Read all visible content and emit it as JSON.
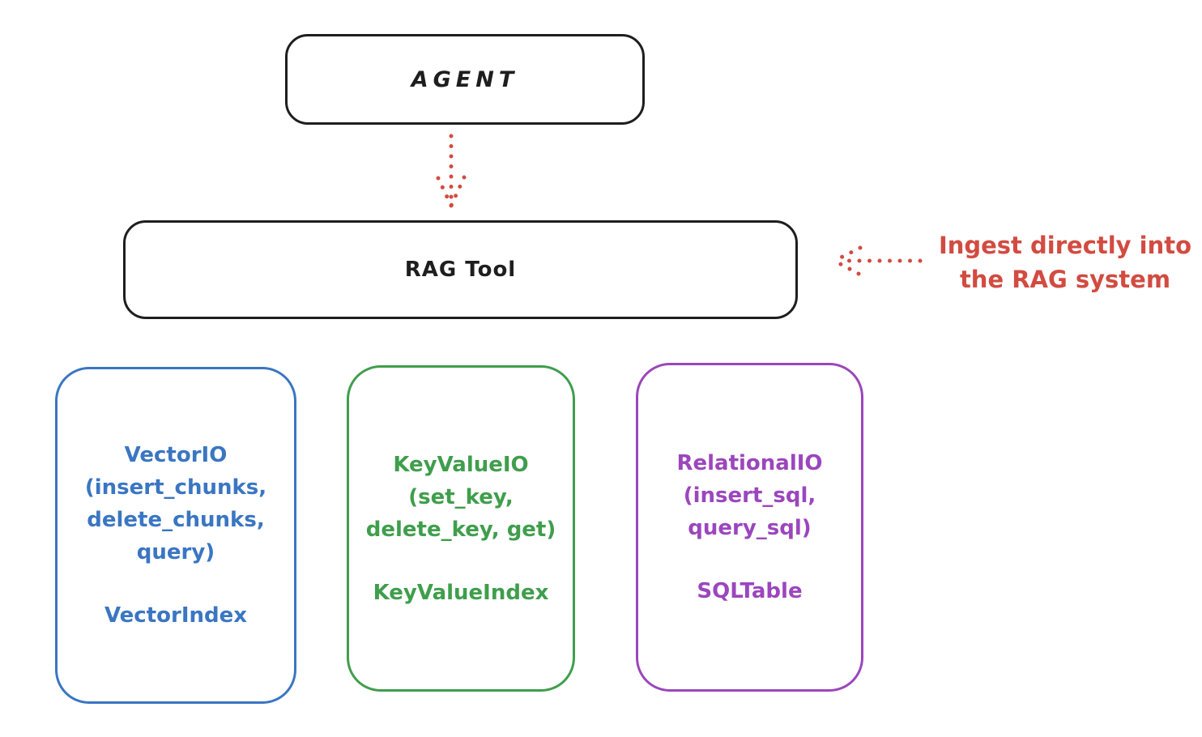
{
  "diagram": {
    "agent": {
      "label": "AGENT"
    },
    "rag_tool": {
      "label": "RAG Tool"
    },
    "annotation": {
      "line1": "Ingest directly into",
      "line2": "the RAG system"
    },
    "backends": {
      "vector": {
        "lines": [
          "VectorIO",
          "(insert_chunks,",
          "delete_chunks,",
          "query)"
        ],
        "index_label": "VectorIndex",
        "color": "#3a76c2"
      },
      "keyvalue": {
        "lines": [
          "KeyValueIO",
          "(set_key,",
          "delete_key, get)"
        ],
        "index_label": "KeyValueIndex",
        "color": "#3f9e4c"
      },
      "relational": {
        "lines": [
          "RelationalIO",
          "(insert_sql,",
          "query_sql)"
        ],
        "index_label": "SQLTable",
        "color": "#9b46bd"
      }
    },
    "colors": {
      "stroke": "#1e1e1e",
      "red": "#d24b41",
      "blue": "#3a76c2",
      "green": "#3f9e4c",
      "purple": "#9b46bd",
      "background": "#ffffff"
    }
  }
}
